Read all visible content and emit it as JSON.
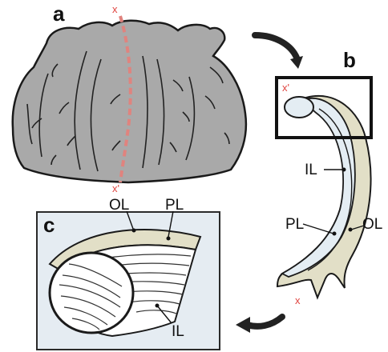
{
  "panels": {
    "a": "a",
    "b": "b",
    "c": "c"
  },
  "markers": {
    "top": "x",
    "bottom": "x'",
    "b_top": "x'",
    "b_bottom": "x"
  },
  "layers_b": {
    "inner": "IL",
    "prismatic": "PL",
    "outer": "OL"
  },
  "layers_c": {
    "outer": "OL",
    "prismatic": "PL",
    "inner": "IL"
  },
  "colors": {
    "shell_gray": "#a9a9a9",
    "shell_outline": "#1a1a1a",
    "section_line": "#e0837e",
    "red_text": "#e0443f",
    "inner_layer": "#e4edf3",
    "outer_layer": "#e2dfc7",
    "panel_c_bg": "#e5ecf2"
  }
}
